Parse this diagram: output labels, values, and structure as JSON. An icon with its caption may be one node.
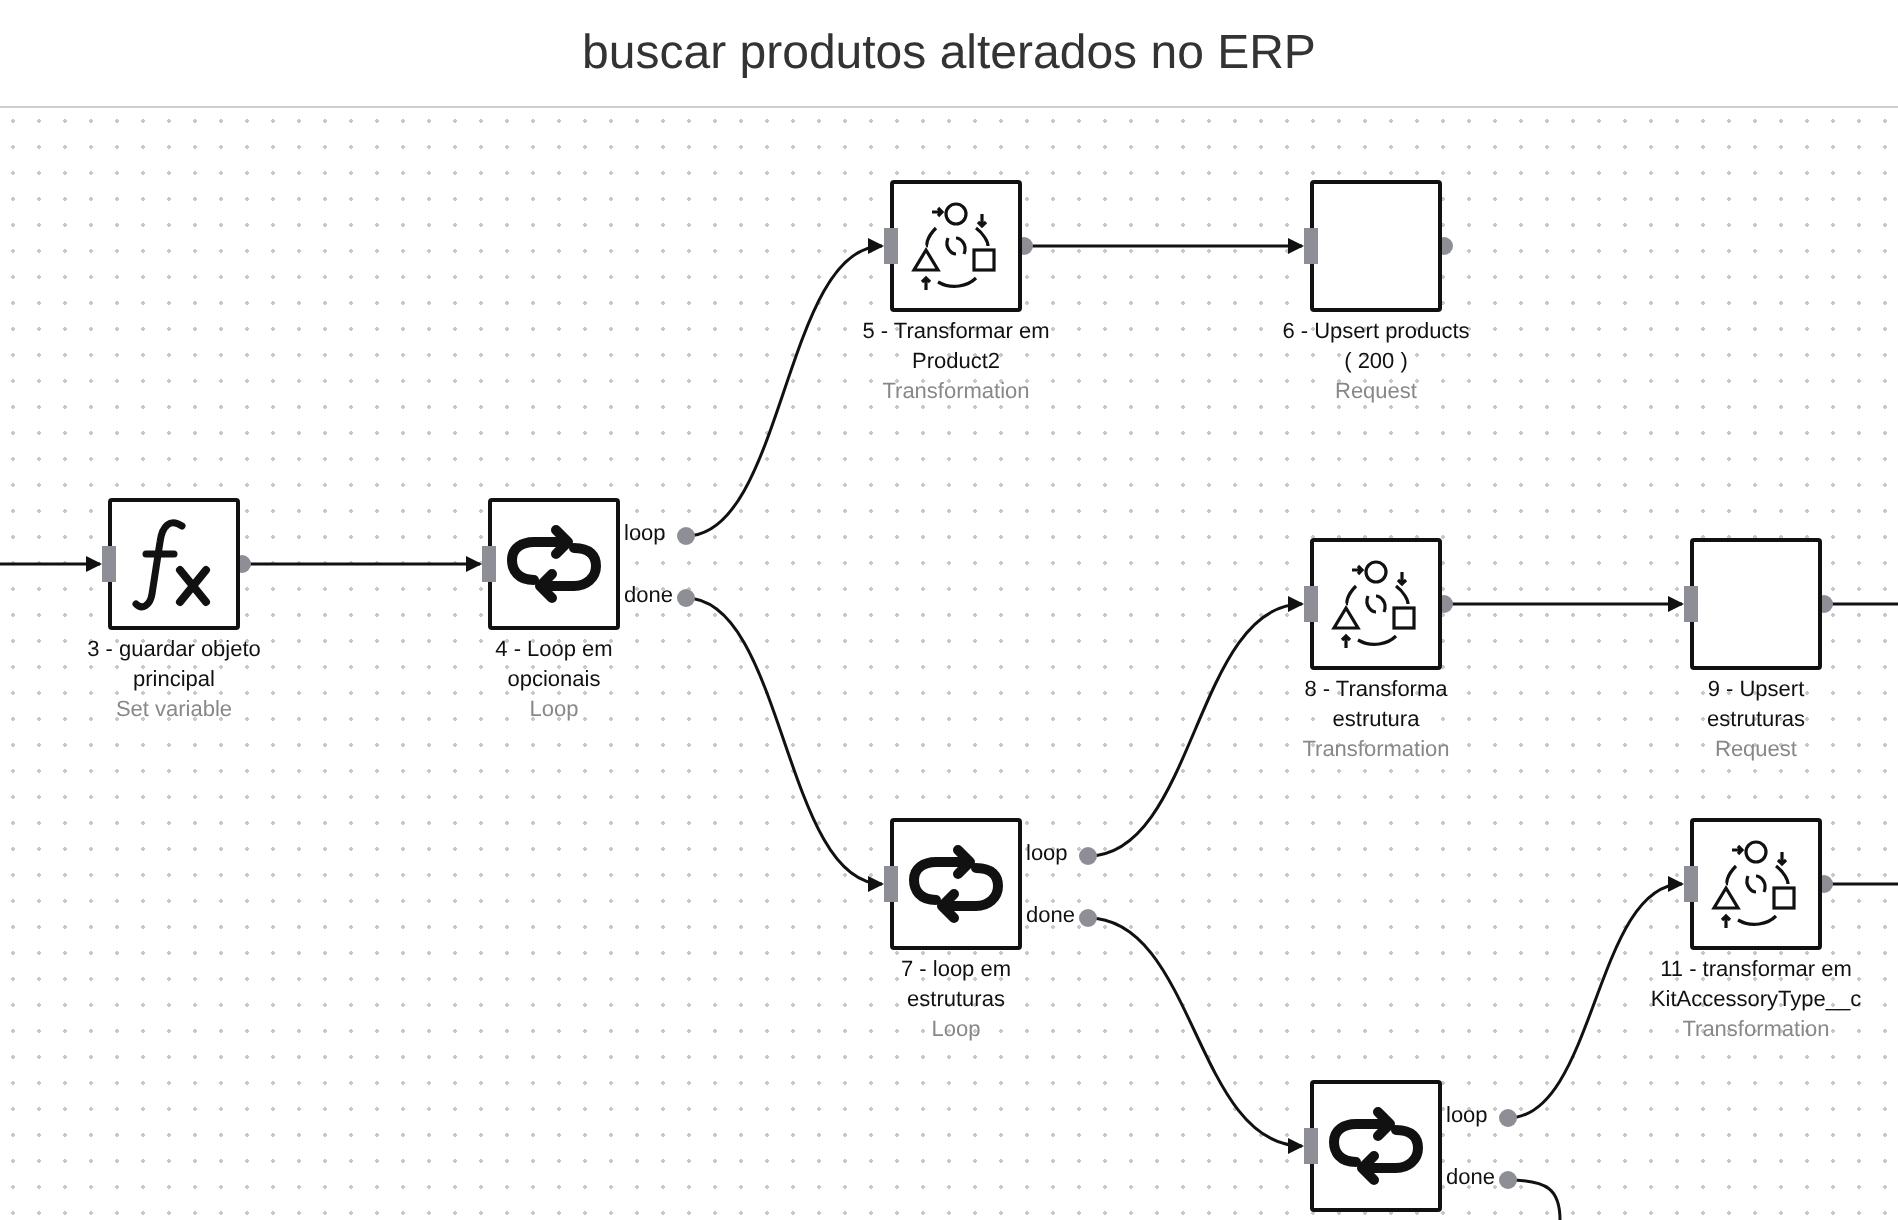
{
  "diagram": {
    "title": "buscar produtos alterados no ERP",
    "nodes": [
      {
        "text": [
          "3 - guardar objeto principal",
          "Set variable"
        ]
      },
      {
        "text": [
          "4 - Loop em opcionais",
          "Loop"
        ],
        "beside": [
          "loop",
          "done"
        ]
      },
      {
        "text": [
          "5 - Transformar em Product2",
          "Transformation"
        ]
      },
      {
        "text": [
          "6 - Upsert products ( 200 )",
          "Request"
        ]
      },
      {
        "text": [
          "7 - loop em estruturas",
          "Loop"
        ],
        "beside": [
          "loop",
          "done"
        ]
      },
      {
        "text": [
          "8 - Transforma estrutura",
          "Transformation"
        ]
      },
      {
        "text": [
          "9 - Upsert estruturas",
          "Request"
        ]
      },
      {
        "text": [],
        "shape": "box",
        "beside": [
          "loop",
          "done"
        ]
      },
      {
        "text": [
          "11 - transformar em KitAccessoryType__c",
          "Transformation"
        ]
      }
    ],
    "edges": [
      {
        "from": null,
        "to": 0,
        "arrow": "to"
      },
      {
        "from": 0,
        "to": 1,
        "arrow": "to"
      },
      {
        "from": 1,
        "to": 2,
        "arrow": "to"
      },
      {
        "from": 1,
        "to": 4,
        "arrow": "to"
      },
      {
        "from": 2,
        "to": 3,
        "arrow": "to"
      },
      {
        "from": 4,
        "to": 5,
        "arrow": "to"
      },
      {
        "from": 4,
        "to": 7,
        "arrow": "to"
      },
      {
        "from": 5,
        "to": 6,
        "arrow": "to"
      },
      {
        "from": 6,
        "to": null,
        "arrow": "none"
      },
      {
        "from": 7,
        "to": 8,
        "arrow": "to"
      },
      {
        "from": 8,
        "to": null,
        "arrow": "none"
      },
      {
        "from": 7,
        "to": null,
        "arrow": "none"
      }
    ]
  }
}
